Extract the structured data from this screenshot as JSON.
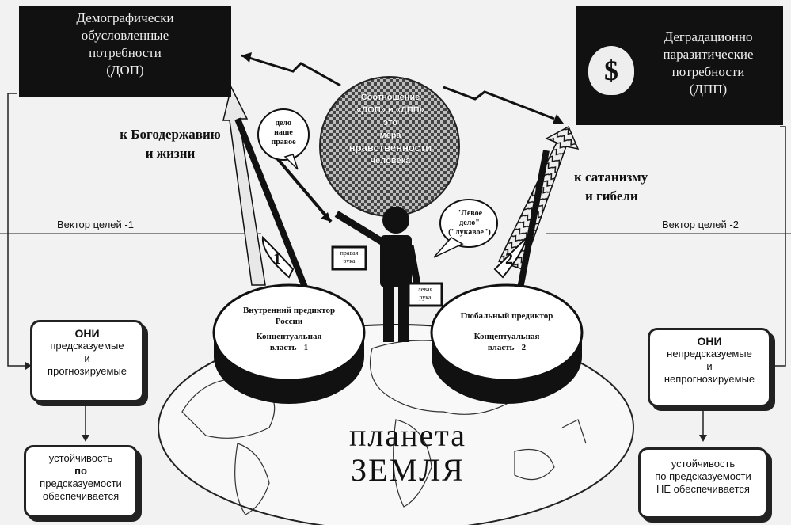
{
  "dop_box": {
    "lines": [
      "Демографически",
      "обусловленные",
      "потребности",
      "(ДОП)"
    ]
  },
  "dpp_box": {
    "lines": [
      "Деградационно",
      "паразитические",
      "потребности",
      "(ДПП)"
    ],
    "icon": "money-bag-icon"
  },
  "center_circle": {
    "lines": [
      "Соотношение",
      "«ДОП» и «ДПП»",
      "это",
      "мера",
      "нравственности",
      "человека"
    ]
  },
  "left_direction": {
    "lines": [
      "к Богодержавию",
      "и жизни"
    ]
  },
  "right_direction": {
    "lines": [
      "к сатанизму",
      "и гибели"
    ]
  },
  "vector_left": "Вектор целей -1",
  "vector_right": "Вектор целей -2",
  "bubble_left": {
    "lines": [
      "дело",
      "наше",
      "правое"
    ]
  },
  "bubble_right": {
    "lines": [
      "\"Левое",
      "дело\"",
      "(\"лукавое\")"
    ]
  },
  "sign_right_hand": {
    "lines": [
      "правая",
      "рука"
    ]
  },
  "sign_left_hand": {
    "lines": [
      "левая",
      "рука"
    ]
  },
  "predictor_left": {
    "title_lines": [
      "Внутренний предиктор",
      "России"
    ],
    "power_lines": [
      "Концептуальная",
      "власть - 1"
    ],
    "number": "1"
  },
  "predictor_right": {
    "title_lines": [
      "Глобальный предиктор"
    ],
    "power_lines": [
      "Концептуальная",
      "власть - 2"
    ],
    "number": "2"
  },
  "planet": {
    "line1": "планета",
    "line2": "ЗЕМЛЯ"
  },
  "left_state": {
    "lines": [
      "ОНИ",
      "предсказуемые",
      "и",
      "прогнозируемые"
    ]
  },
  "right_state": {
    "lines": [
      "ОНИ",
      "непредсказуемые",
      "и",
      "непрогнозируемые"
    ]
  },
  "left_result": {
    "lines": [
      "устойчивость",
      "по",
      "предсказуемости",
      "обеспечивается"
    ]
  },
  "right_result": {
    "lines": [
      "устойчивость",
      "по предсказуемости",
      "НЕ обеспечивается"
    ]
  },
  "colors": {
    "background": "#f2f2f2",
    "ink": "#111111",
    "box_fill": "#ffffff"
  }
}
